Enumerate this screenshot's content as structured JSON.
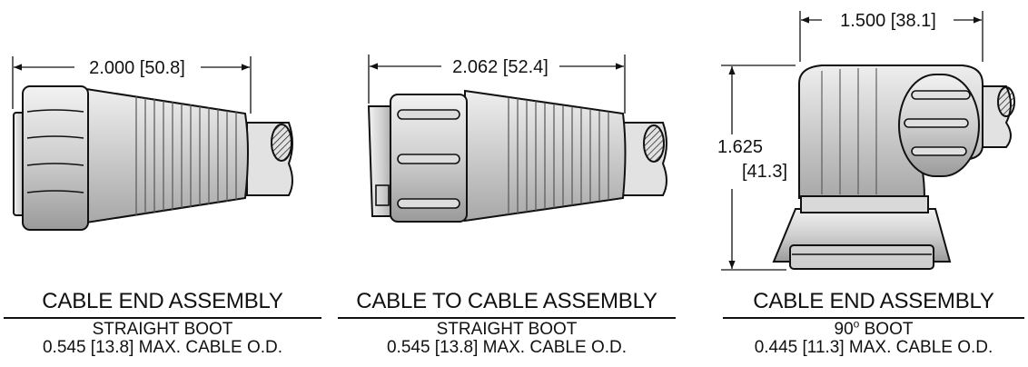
{
  "panels": [
    {
      "dimension_label": "2.000 [50.8]",
      "title": "CABLE END ASSEMBLY",
      "boot": "STRAIGHT BOOT",
      "cable_od": "0.545 [13.8] MAX. CABLE O.D."
    },
    {
      "dimension_label": "2.062 [52.4]",
      "title": "CABLE TO CABLE ASSEMBLY",
      "boot": "STRAIGHT BOOT",
      "cable_od": "0.545 [13.8] MAX. CABLE O.D."
    },
    {
      "dimension_label": "1.500 [38.1]",
      "height_label_in": "1.625",
      "height_label_mm": "[41.3]",
      "title": "CABLE END ASSEMBLY",
      "boot_number": "90",
      "boot_degree": "o",
      "boot_word": "BOOT",
      "cable_od": "0.445 [11.3] MAX. CABLE O.D."
    }
  ]
}
